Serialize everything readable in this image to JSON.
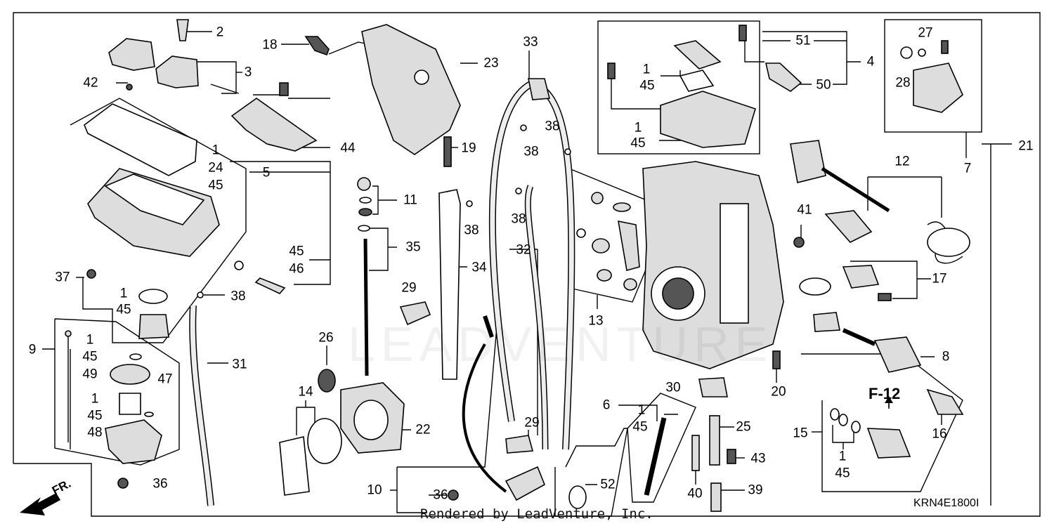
{
  "labels": {
    "n2": "2",
    "n3": "3",
    "n42": "42",
    "n18": "18",
    "n23": "23",
    "n33": "33",
    "n1a": "1",
    "n45a": "45",
    "n51": "51",
    "n4": "4",
    "n50": "50",
    "n1b": "1",
    "n45b": "45",
    "n27": "27",
    "n28": "28",
    "n21": "21",
    "n7": "7",
    "n1c": "1",
    "n24": "24",
    "n45c": "45",
    "n5": "5",
    "n44": "44",
    "n19": "19",
    "n38a": "38",
    "n38b": "38",
    "n11": "11",
    "n38c": "38",
    "n38d": "38",
    "n12": "12",
    "n41": "41",
    "n35": "35",
    "n32": "32",
    "n34": "34",
    "n13": "13",
    "n37": "37",
    "n45d": "45",
    "n46": "46",
    "n17": "17",
    "n1d": "1",
    "n45e": "45",
    "n38e": "38",
    "n29a": "29",
    "n9": "9",
    "n1e": "1",
    "n45f": "45",
    "n49": "49",
    "n26": "26",
    "n31": "31",
    "n8": "8",
    "n47": "47",
    "n30": "30",
    "n20": "20",
    "n14": "14",
    "n1f": "1",
    "n45g": "45",
    "n48": "48",
    "n6": "6",
    "n1g": "1",
    "n45h": "45",
    "n25": "25",
    "n16": "16",
    "n22": "22",
    "n29b": "29",
    "n15": "15",
    "n1h": "1",
    "n45i": "45",
    "n43": "43",
    "n36a": "36",
    "n10": "10",
    "n36b": "36",
    "n52": "52",
    "n40": "40",
    "n39": "39"
  },
  "ref_code": "F-12",
  "diagram_code": "KRN4E1800I",
  "front_marker": "FR.",
  "credit": "Rendered by LeadVenture, Inc.",
  "watermark": "LEADVENTURE"
}
